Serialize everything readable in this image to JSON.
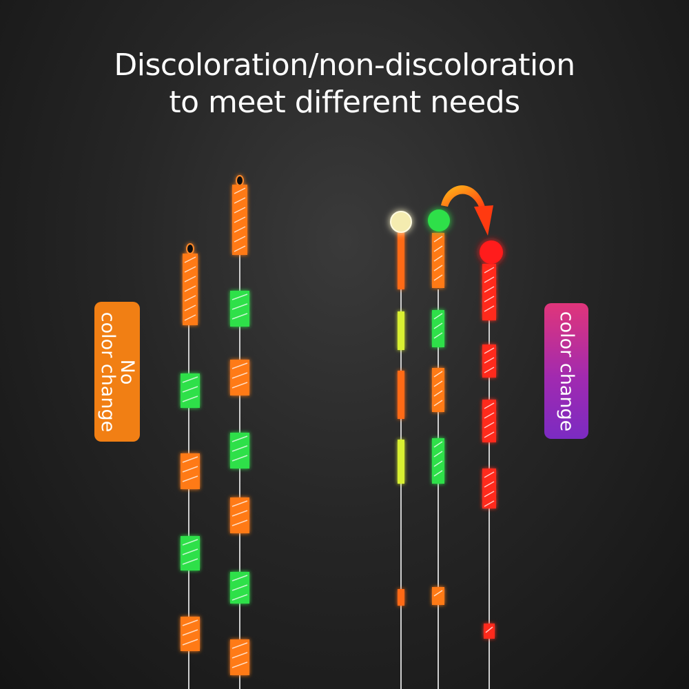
{
  "headline": {
    "line1": "Discoloration/non-discoloration",
    "line2": "to meet different needs"
  },
  "badges": {
    "no_color_change": {
      "line1": "No",
      "line2": "color change",
      "color": "#f17f14"
    },
    "color_change": {
      "label": "color change",
      "color_top": "#e0357a",
      "color_bottom": "#7b2bc2"
    }
  },
  "colors": {
    "orange": "#ff7a12",
    "green": "#2fe04a",
    "red": "#ff2a1a",
    "yellow": "#d8f030",
    "cream": "#f4ecb0",
    "stem": "#d8d8d8"
  },
  "floats": [
    {
      "id": "float-1-no-change",
      "tip": "black-tip",
      "segments": [
        "orange",
        "green",
        "orange",
        "green",
        "orange"
      ]
    },
    {
      "id": "float-2-no-change",
      "tip": "black-tip",
      "segments": [
        "orange",
        "green",
        "orange",
        "green",
        "orange",
        "green",
        "orange"
      ]
    },
    {
      "id": "float-3-color-change",
      "tip": "cream-ball",
      "segments": [
        "orange",
        "yellow",
        "orange",
        "yellow",
        "orange"
      ]
    },
    {
      "id": "float-4-color-change",
      "tip": "green-ball",
      "segments": [
        "orange",
        "green",
        "orange",
        "green",
        "orange"
      ]
    },
    {
      "id": "float-5-color-change",
      "tip": "red-ball",
      "segments": [
        "red",
        "red",
        "red",
        "red",
        "red"
      ]
    }
  ]
}
